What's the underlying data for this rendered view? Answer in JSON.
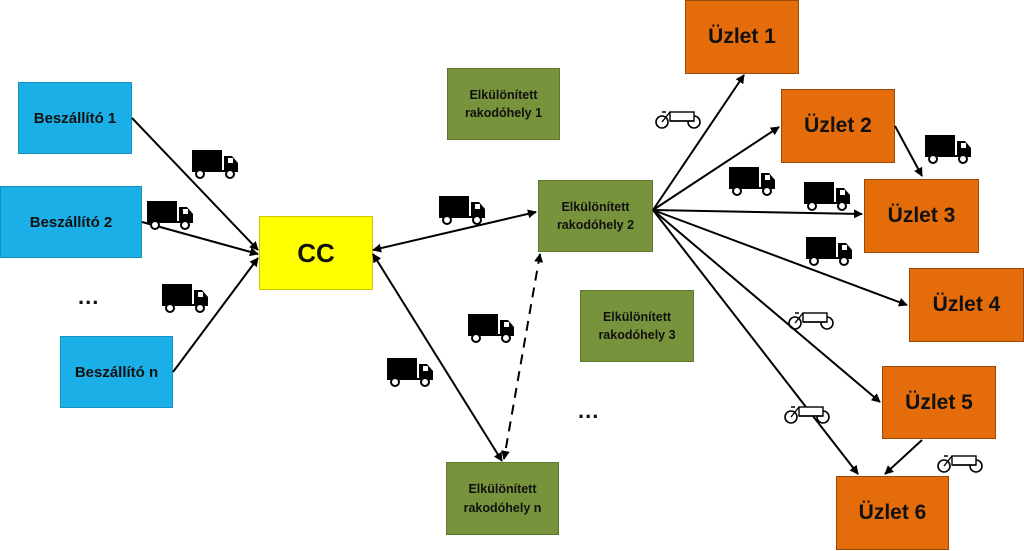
{
  "suppliers": {
    "s1": "Beszállító 1",
    "s2": "Beszállító 2",
    "ellipsis": "...",
    "sn": "Beszállító n"
  },
  "hub": {
    "label": "CC"
  },
  "docks": {
    "d1": [
      "Elkülönített",
      "rakodóhely 1"
    ],
    "d2": [
      "Elkülönített",
      "rakodóhely 2"
    ],
    "d3": [
      "Elkülönített",
      "rakodóhely 3"
    ],
    "dn": [
      "Elkülönített",
      "rakodóhely n"
    ],
    "ellipsis": "..."
  },
  "stores": {
    "u1": "Üzlet 1",
    "u2": "Üzlet 2",
    "u3": "Üzlet 3",
    "u4": "Üzlet 4",
    "u5": "Üzlet 5",
    "u6": "Üzlet 6"
  },
  "colors": {
    "supplier": "#1aafe6",
    "hub": "#ffff00",
    "dock": "#77933c",
    "store": "#e46c0a",
    "arrow": "#000000"
  },
  "icons": {
    "truck": "truck-icon",
    "bike": "cargo-bike-icon"
  }
}
